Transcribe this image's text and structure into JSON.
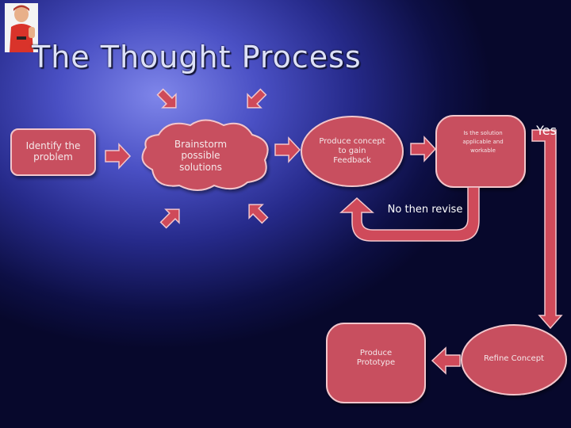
{
  "title": "The Thought Process",
  "nodes": {
    "identify": "Identify the problem",
    "brainstorm": "Brainstorm possible solutions",
    "produce_concept": "Produce concept to gain Feedback",
    "decision": "Is the solution applicable and workable",
    "prototype": "Produce Prototype",
    "refine": "Refine Concept"
  },
  "edges": {
    "yes": "Yes",
    "no": "No then revise"
  },
  "colors": {
    "shape_fill": "#c8505e",
    "shape_stroke": "#f2c6cc",
    "arrow_fill": "#cf4a5a"
  }
}
